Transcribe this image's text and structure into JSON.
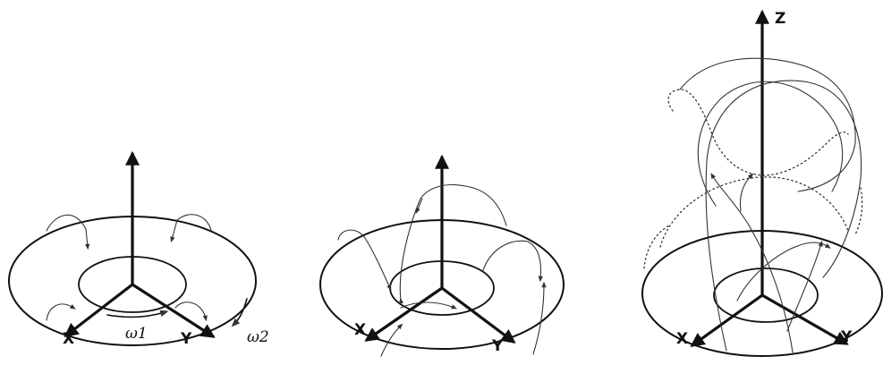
{
  "panels": [
    {
      "id": "panel-1",
      "axis_labels": {
        "x": "X",
        "y": "Y",
        "z": ""
      },
      "rotation_labels": {
        "inner": "ω1",
        "outer": "ω2"
      }
    },
    {
      "id": "panel-2",
      "axis_labels": {
        "x": "X",
        "y": "Y",
        "z": ""
      }
    },
    {
      "id": "panel-3",
      "axis_labels": {
        "x": "X",
        "y": "Y",
        "z": "Z"
      }
    }
  ],
  "colors": {
    "ink": "#111111",
    "trajectory": "#333333",
    "background": "#ffffff"
  }
}
